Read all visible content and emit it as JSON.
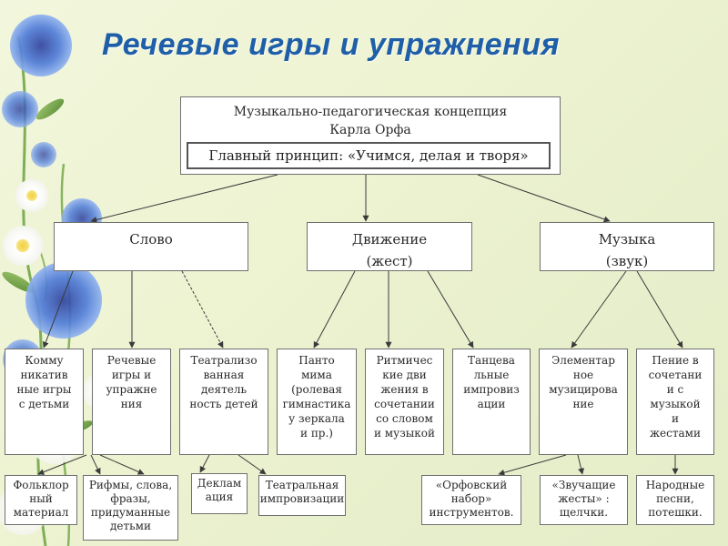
{
  "title": "Речевые игры и упражнения",
  "top": {
    "line1": "Музыкально-педагогическая концепция",
    "line2": "Карла Орфа",
    "principle": "Главный принцип: «Учимся, делая и творя»"
  },
  "level2": [
    {
      "line1": "Слово",
      "line2": ""
    },
    {
      "line1": "Движение",
      "line2": "(жест)"
    },
    {
      "line1": "Музыка",
      "line2": "(звук)"
    }
  ],
  "level3": [
    {
      "lines": [
        "Комму",
        "никатив",
        "ные игры",
        "с детьми"
      ]
    },
    {
      "lines": [
        "Речевые",
        "игры и",
        "упражне",
        "ния"
      ]
    },
    {
      "lines": [
        "Театрализо",
        "ванная",
        "деятель",
        "ность детей"
      ]
    },
    {
      "lines": [
        "Панто",
        "мима",
        "(ролевая",
        "гимнастика",
        "у зеркала",
        "и пр.)"
      ]
    },
    {
      "lines": [
        "Ритмичес",
        "кие дви",
        "жения в",
        "сочетании",
        "со словом",
        "и музыкой"
      ]
    },
    {
      "lines": [
        "Танцева",
        "льные",
        "импровиз",
        "ации"
      ]
    },
    {
      "lines": [
        "Элементар",
        "ное",
        "музицирова",
        "ние"
      ]
    },
    {
      "lines": [
        "Пение в",
        "сочетани",
        "и с",
        "музыкой",
        "и",
        "жестами"
      ]
    }
  ],
  "level4": [
    {
      "lines": [
        "Фольклор",
        "ный",
        "материал"
      ]
    },
    {
      "lines": [
        "Рифмы, слова,",
        "фразы,",
        "придуманные",
        "детьми"
      ]
    },
    {
      "lines": [
        "Деклам",
        "ация"
      ]
    },
    {
      "lines": [
        "Театральная",
        "импровизации"
      ]
    },
    {
      "lines": [
        "«Орфовский",
        "набор»",
        "инструментов."
      ]
    },
    {
      "lines": [
        "«Звучащие",
        "жесты» :",
        "щелчки."
      ]
    },
    {
      "lines": [
        "Народные",
        "песни,",
        "потешки."
      ]
    }
  ],
  "colors": {
    "title": "#1f5fa8",
    "border": "#707070",
    "arrow": "#3a3a3a"
  },
  "decoration": "cornflowers-and-daisies"
}
